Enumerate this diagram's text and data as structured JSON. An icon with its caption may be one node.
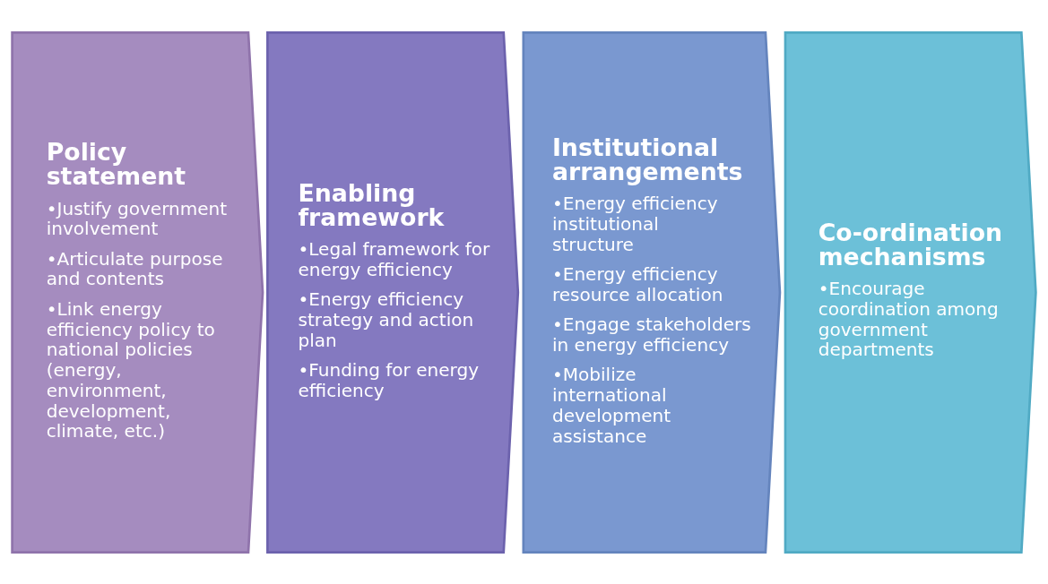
{
  "diagram": {
    "nodes": [
      {
        "text": [
          "Policy statement",
          "•Justify government involvement",
          "•Articulate purpose and contents",
          "•Link energy efficiency policy to national policies (energy, environment, development, climate, etc.)"
        ]
      },
      {
        "text": [
          "Enabling framework",
          "•Legal framework for energy efficiency",
          "•Energy efficiency strategy and action plan",
          "•Funding for energy efficiency"
        ]
      },
      {
        "text": [
          "Institutional arrangements",
          "•Energy efficiency institutional structure",
          "•Energy efficiency resource allocation",
          "•Engage stakeholders in energy efficiency",
          "•Mobilize international development assistance"
        ]
      },
      {
        "text": [
          "Co-ordination mechanisms",
          "•Encourage coordination among government departments"
        ]
      }
    ],
    "edges": []
  }
}
